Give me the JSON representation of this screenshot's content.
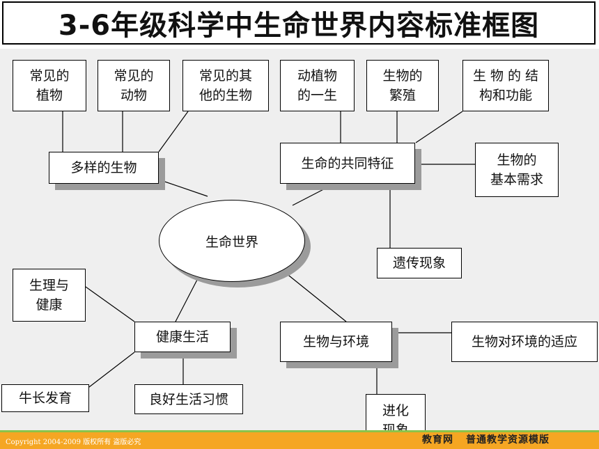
{
  "title": "3-6年级科学中生命世界内容标准框图",
  "center": "生命世界",
  "nodes": {
    "common_plants": "常见的\n植物",
    "common_animals": "常见的\n动物",
    "other_organisms": "常见的其\n他的生物",
    "diverse_organisms": "多样的生物",
    "life_cycle": "动植物\n的一生",
    "reproduction": "生物的\n繁殖",
    "structure_function": "生 物 的 结\n构和功能",
    "common_features": "生命的共同特征",
    "basic_needs": "生物的\n基本需求",
    "heredity": "遗传现象",
    "physiology_health": "生理与\n健康",
    "healthy_living": "健康生活",
    "growth_development": "牛长发育",
    "good_habits": "良好生活习惯",
    "organism_environment": "生物与环境",
    "adaptation": "生物对环境的适应",
    "evolution": "进化\n现象"
  },
  "footer": {
    "copyright": "Copyright 2004-2009 版权所有 盗版必究",
    "site": "教育网",
    "template": "普通教学资源模版"
  }
}
